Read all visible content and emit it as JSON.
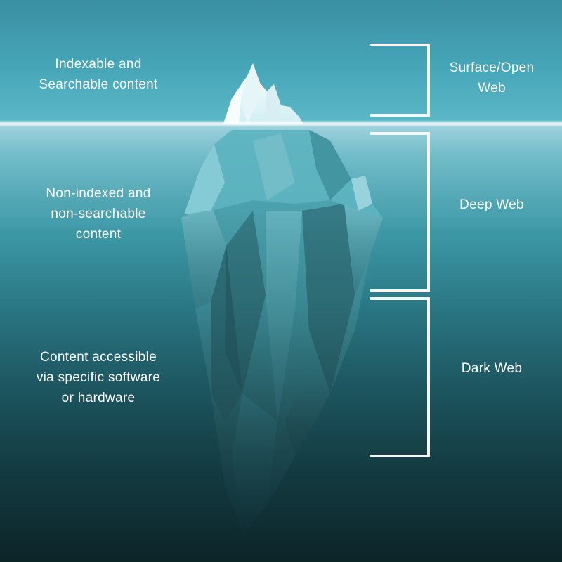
{
  "layers": [
    {
      "id": "surface",
      "left_text": "Indexable and\nSearchable content",
      "right_text": "Surface/Open\nWeb"
    },
    {
      "id": "deep",
      "left_text": "Non-indexed and\nnon-searchable\ncontent",
      "right_text": "Deep Web"
    },
    {
      "id": "dark",
      "left_text": "Content accessible\nvia specific software\nor hardware",
      "right_text": "Dark Web"
    }
  ],
  "colors": {
    "sky": "#46a6b8",
    "waterline": "#ffffff",
    "deep_water": "#0c2428",
    "bracket": "#f4f8f8",
    "text": "#ffffff"
  }
}
